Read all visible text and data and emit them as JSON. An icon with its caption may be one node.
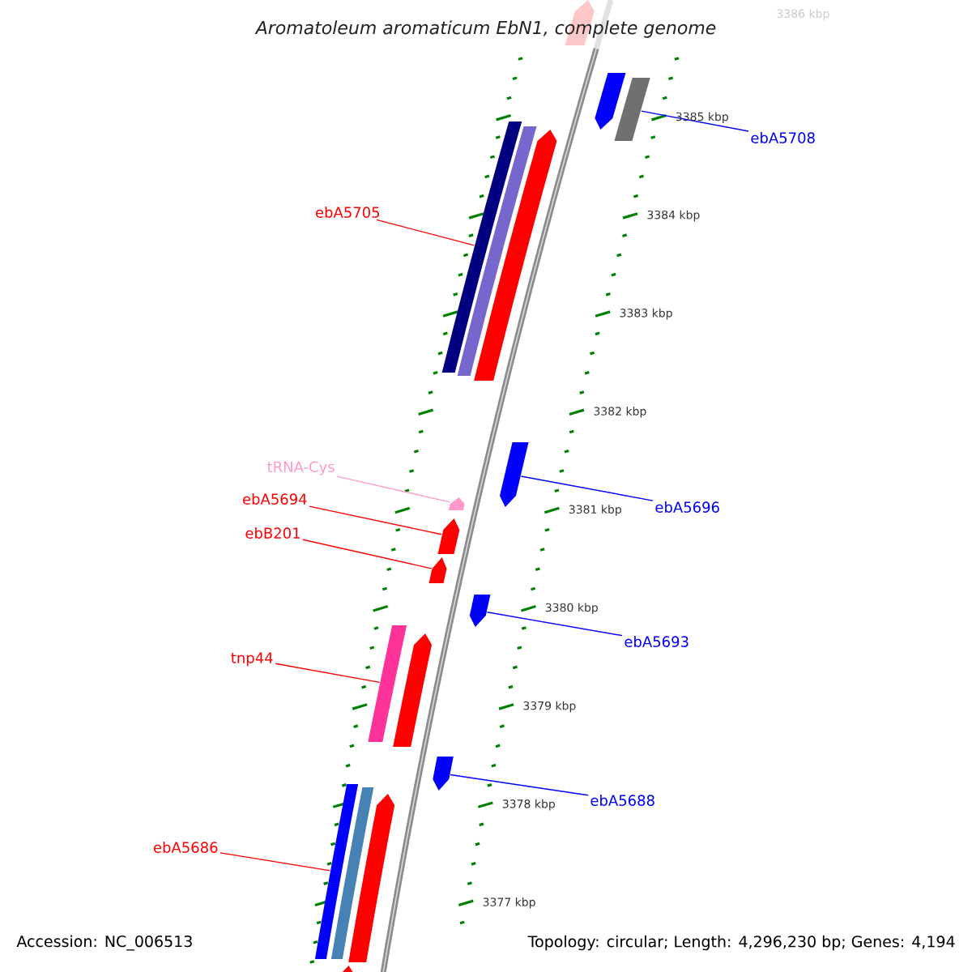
{
  "diagram": {
    "title": "Aromatoleum aromaticum EbN1, complete genome",
    "nodes": [
      {
        "text": [
          "ebA5705"
        ]
      },
      {
        "text": [
          "ebA5708"
        ]
      },
      {
        "text": [
          "tRNA-Cys"
        ]
      },
      {
        "text": [
          "ebA5694"
        ]
      },
      {
        "text": [
          "ebB201"
        ]
      },
      {
        "text": [
          "ebA5696"
        ]
      },
      {
        "text": [
          "ebA5693"
        ]
      },
      {
        "text": [
          "tnp44"
        ]
      },
      {
        "text": [
          "ebA5688"
        ]
      },
      {
        "text": [
          "ebA5686"
        ]
      },
      {
        "text": [],
        "shape": "bar"
      },
      {
        "text": [],
        "shape": "bar"
      },
      {
        "text": [],
        "shape": "bar"
      },
      {
        "text": [],
        "shape": "bar"
      },
      {
        "text": [],
        "shape": "bar"
      },
      {
        "text": [],
        "shape": "bar"
      },
      {
        "text": [],
        "shape": "bar"
      },
      {
        "text": [],
        "shape": "bar"
      },
      {
        "text": [],
        "shape": "bar"
      },
      {
        "text": [],
        "shape": "bar"
      },
      {
        "text": [],
        "shape": "bar"
      },
      {
        "text": [],
        "shape": "bar"
      },
      {
        "text": [],
        "shape": "bar"
      },
      {
        "text": [],
        "shape": "bar"
      },
      {
        "text": [],
        "shape": "bar"
      },
      {
        "text": [],
        "shape": "bar"
      },
      {
        "text": [],
        "shape": "bar"
      },
      {
        "text": [],
        "shape": "bar"
      }
    ],
    "edges": [
      {
        "from": 0,
        "to": 10,
        "arrow": "none"
      },
      {
        "from": 1,
        "to": 11,
        "arrow": "none",
        "color": "#0000ff"
      },
      {
        "from": 2,
        "to": 12,
        "arrow": "none",
        "color": "#ff99cc"
      },
      {
        "from": 3,
        "to": 13,
        "arrow": "none"
      },
      {
        "from": 4,
        "to": 14,
        "arrow": "none"
      },
      {
        "from": 5,
        "to": 15,
        "arrow": "none",
        "color": "#0000ff"
      },
      {
        "from": 6,
        "to": 16,
        "arrow": "none",
        "color": "#0000ff"
      },
      {
        "from": 7,
        "to": 17,
        "arrow": "none"
      },
      {
        "from": 8,
        "to": 18,
        "arrow": "none",
        "color": "#0000ff"
      },
      {
        "from": 9,
        "to": 19,
        "arrow": "none"
      }
    ],
    "labels": [
      "3386 kbp",
      "3385 kbp",
      "3384 kbp",
      "3383 kbp",
      "3382 kbp",
      "3381 kbp",
      "3380 kbp",
      "3379 kbp",
      "3378 kbp",
      "3377 kbp",
      "Accession: NC_006513",
      "Topology: circular; Length: 4,296,230 bp; Genes: 4,194"
    ]
  }
}
